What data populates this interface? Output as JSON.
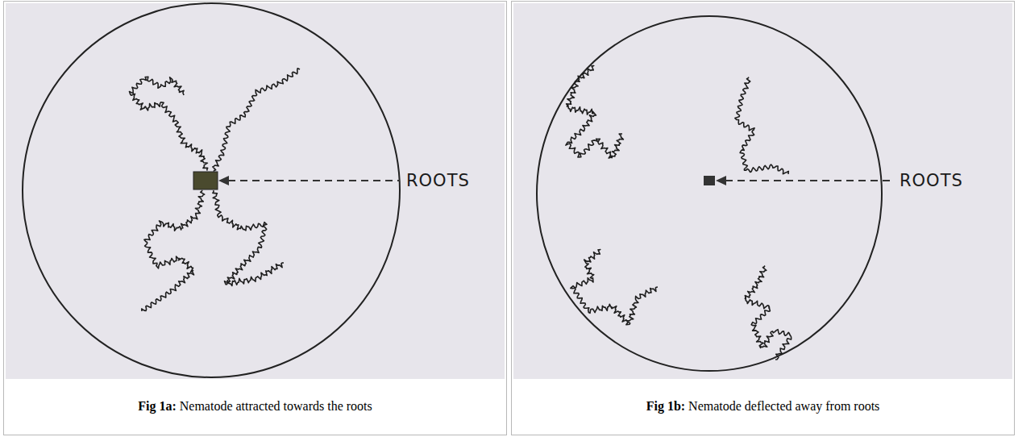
{
  "diagram": {
    "labels": [
      "ROOTS",
      "ROOTS",
      "Fig 1a:",
      "Nematode attracted towards the roots",
      "Fig 1b:",
      "Nematode deflected away from roots"
    ]
  }
}
